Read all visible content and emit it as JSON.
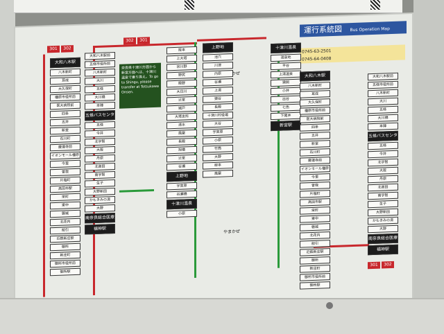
{
  "header": {
    "title": "運行系統図",
    "subtitle": "Bus Operation Map",
    "phone1": "0745-63-2501",
    "phone2": "0745-64-0408"
  },
  "route_tags": [
    "301",
    "302",
    "302",
    "301",
    "301",
    "302"
  ],
  "columns": [
    {
      "stops": [
        "大和八木駅",
        "八木新町",
        "耳成",
        "大久保町",
        "橿原市役所前",
        "医大病院前",
        "四条",
        "五井",
        "新堂",
        "石川町",
        "慶運寺前",
        "イオンモール橿原",
        "今里",
        "曽我",
        "片塩町",
        "高田市駅",
        "栄町",
        "東中",
        "磐城",
        "北花内",
        "船引",
        "近鉄新庄駅",
        "御所",
        "新庄町",
        "御所市役所前",
        "御所駅"
      ]
    },
    {
      "stops": [
        "大和八木駅前",
        "五條市役所前",
        "八木新町",
        "大川",
        "五條",
        "大川橋",
        "本陣",
        "五條バスセンター",
        "五條",
        "今井",
        "北宇智",
        "大阪",
        "丹原",
        "北高田",
        "南宇智",
        "生子",
        "大野新田",
        "かもきみの湯",
        "大野",
        "南奈良総合医療センター",
        "福神駅"
      ]
    },
    {
      "stops": [
        "阪本",
        "上大塔",
        "宗川野",
        "野尻",
        "殿野",
        "大日川",
        "辻堂",
        "城戸",
        "大塔支所",
        "清水",
        "風屋",
        "長殿",
        "旭橋",
        "辻堂",
        "谷瀬",
        "上野地",
        "宇宮原",
        "谷瀬橋",
        "十津川温泉",
        "小原"
      ]
    },
    {
      "stops": [
        "上野地",
        "池穴",
        "川津",
        "内原",
        "谷瀬",
        "上湯",
        "猿谷",
        "長殿",
        "十津川村役場",
        "大谷",
        "宇宮原",
        "小原",
        "竹筒",
        "大野",
        "柳本",
        "風屋"
      ]
    },
    {
      "stops": [
        "十津川温泉",
        "湯泉地",
        "平谷",
        "上湯温泉",
        "猿飼",
        "小井",
        "出谷",
        "七色",
        "下尾井",
        "新宮駅"
      ]
    }
  ],
  "note_text": "奈良県十津川方面から新宮方面へは、十津川温泉で乗り換え。To go to Shingu, please transfer at Totsukawa Onsen.",
  "labels": {
    "yamakaze1": "やまかぜ",
    "yamakaze2": "やまかぜ",
    "dest_left": "大和八木駅",
    "dest_mid": "上野地",
    "dest_right": "十津川温泉",
    "dest_end": "新宮駅",
    "bus_center": "五條バスセンター",
    "hospital": "南奈良総合医療センター",
    "fukugami": "福神駅"
  }
}
